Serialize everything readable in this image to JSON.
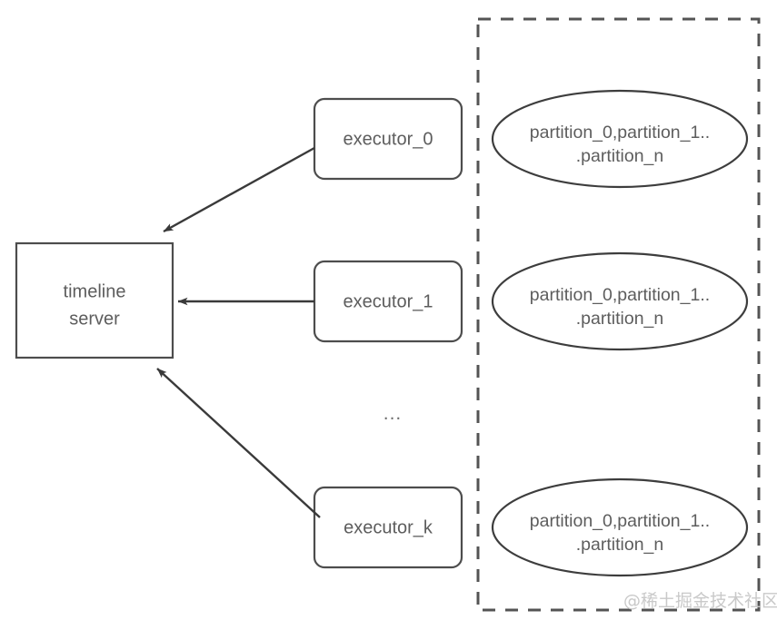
{
  "diagram": {
    "background_color": "#ffffff",
    "stroke_color": "#3a3a3a",
    "text_color": "#5d5d5d",
    "central_node": {
      "label_line1": "timeline",
      "label_line2": "server"
    },
    "executors": [
      {
        "label": "executor_0"
      },
      {
        "label": "executor_1"
      },
      {
        "label": "executor_k"
      }
    ],
    "partition_groups": [
      {
        "line1": "partition_0,partition_1..",
        "line2": ".partition_n"
      },
      {
        "line1": "partition_0,partition_1..",
        "line2": ".partition_n"
      },
      {
        "line1": "partition_0,partition_1..",
        "line2": ".partition_n"
      }
    ],
    "vertical_ellipsis": "...",
    "group_frame": {
      "style": "dashed",
      "color": "#545454"
    },
    "edges": [
      {
        "from": "executor_0",
        "to": "timeline server",
        "direction": "diagonal-up-right-to-down-left"
      },
      {
        "from": "executor_1",
        "to": "timeline server",
        "direction": "horizontal-right-to-left"
      },
      {
        "from": "executor_k",
        "to": "timeline server",
        "direction": "diagonal-down-right-to-up-left"
      }
    ],
    "watermark": "@稀土掘金技术社区"
  }
}
